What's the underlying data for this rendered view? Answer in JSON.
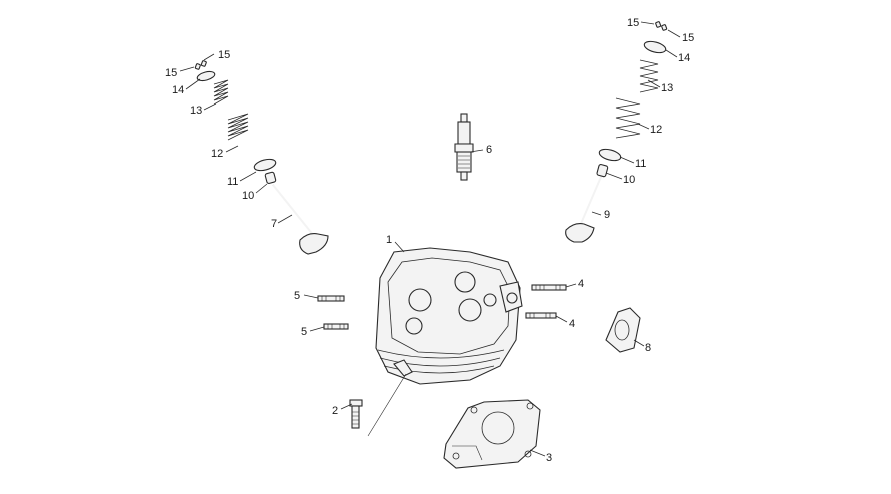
{
  "callouts": [
    {
      "id": "c1",
      "text": "1"
    },
    {
      "id": "c2",
      "text": "2"
    },
    {
      "id": "c3",
      "text": "3"
    },
    {
      "id": "c4a",
      "text": "4"
    },
    {
      "id": "c4b",
      "text": "4"
    },
    {
      "id": "c5a",
      "text": "5"
    },
    {
      "id": "c5b",
      "text": "5"
    },
    {
      "id": "c6",
      "text": "6"
    },
    {
      "id": "c7",
      "text": "7"
    },
    {
      "id": "c8",
      "text": "8"
    },
    {
      "id": "c9",
      "text": "9"
    },
    {
      "id": "c10a",
      "text": "10"
    },
    {
      "id": "c10b",
      "text": "10"
    },
    {
      "id": "c11a",
      "text": "11"
    },
    {
      "id": "c11b",
      "text": "11"
    },
    {
      "id": "c12a",
      "text": "12"
    },
    {
      "id": "c12b",
      "text": "12"
    },
    {
      "id": "c13a",
      "text": "13"
    },
    {
      "id": "c13b",
      "text": "13"
    },
    {
      "id": "c14a",
      "text": "14"
    },
    {
      "id": "c14b",
      "text": "14"
    },
    {
      "id": "c15a",
      "text": "15"
    },
    {
      "id": "c15b",
      "text": "15"
    },
    {
      "id": "c15c",
      "text": "15"
    },
    {
      "id": "c15d",
      "text": "15"
    }
  ]
}
